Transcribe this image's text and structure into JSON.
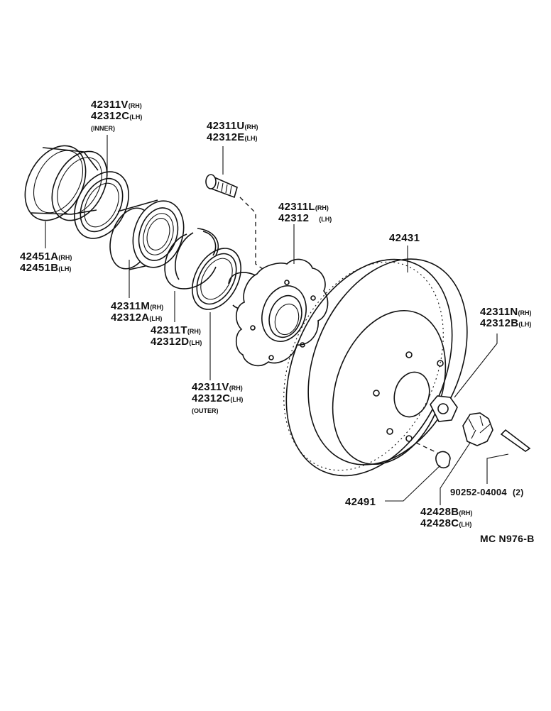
{
  "diagram": {
    "code": "MC N976-B",
    "labels": {
      "seal_inner": {
        "line1": "42311V",
        "side1": "(RH)",
        "line2": "42312C",
        "side2": "(LH)",
        "note": "(INNER)"
      },
      "hub_bolt": {
        "line1": "42311U",
        "side1": "(RH)",
        "line2": "42312E",
        "side2": "(LH)"
      },
      "bearing_case": {
        "line1": "42451A",
        "side1": "(RH)",
        "line2": "42451B",
        "side2": "(LH)"
      },
      "hub": {
        "line1": "42311L",
        "side1": "(RH)",
        "line2": "42312",
        "side2": "(LH)"
      },
      "rotor": {
        "line1": "42431"
      },
      "bearing": {
        "line1": "42311M",
        "side1": "(RH)",
        "line2": "42312A",
        "side2": "(LH)"
      },
      "snap_ring": {
        "line1": "42311T",
        "side1": "(RH)",
        "line2": "42312D",
        "side2": "(LH)"
      },
      "seal_outer": {
        "line1": "42311V",
        "side1": "(RH)",
        "line2": "42312C",
        "side2": "(LH)",
        "note": "(OUTER)"
      },
      "hub_nut": {
        "line1": "42311N",
        "side1": "(RH)",
        "line2": "42312B",
        "side2": "(LH)"
      },
      "cap": {
        "line1": "42491"
      },
      "cotter_pin": {
        "line1": "90252-04004",
        "qty": "(2)"
      },
      "lock_cap": {
        "line1": "42428B",
        "side1": "(RH)",
        "line2": "42428C",
        "side2": "(LH)"
      }
    }
  }
}
